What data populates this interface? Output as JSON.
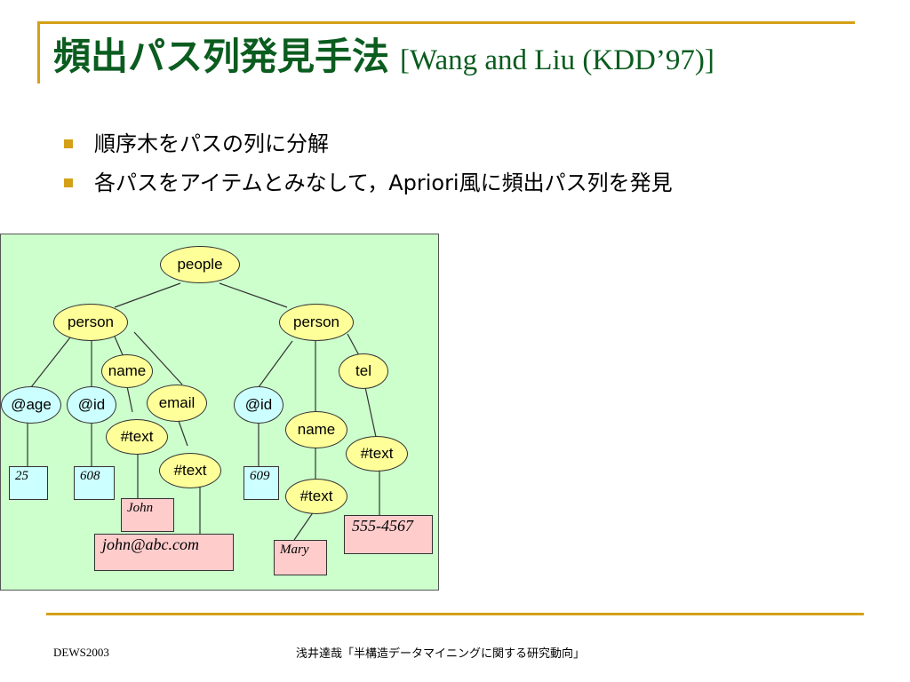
{
  "slide": {
    "title_main": "頻出パス列発見手法",
    "title_ref": "[Wang and Liu (KDD’97)]",
    "bullets": [
      "順序木をパスの列に分解",
      "各パスをアイテムとみなして，Apriori風に頻出パス列を発見"
    ]
  },
  "tree": {
    "nodes": {
      "people": "people",
      "person_left": "person",
      "person_right": "person",
      "age": "@age",
      "id_left": "@id",
      "name_left": "name",
      "email": "email",
      "text_name_left": "#text",
      "text_email": "#text",
      "id_right": "@id",
      "name_right": "name",
      "tel": "tel",
      "text_tel": "#text",
      "text_name_right": "#text"
    },
    "values": {
      "age_value": "25",
      "id_left_value": "608",
      "name_left_value": "John",
      "email_value": "john@abc.com",
      "id_right_value": "609",
      "name_right_value": "Mary",
      "tel_value": "555-4567"
    },
    "colors": {
      "background": "#ccffcc",
      "element_node": "#ffff99",
      "attribute_node": "#ccffff",
      "attribute_value": "#ccffff",
      "text_value": "#ffcccc"
    }
  },
  "footer": {
    "left": "DEWS2003",
    "center": "浅井達哉「半構造データマイニングに関する研究動向」"
  },
  "theme": {
    "title_color": "#0b5c1f",
    "accent": "#d4a017"
  }
}
